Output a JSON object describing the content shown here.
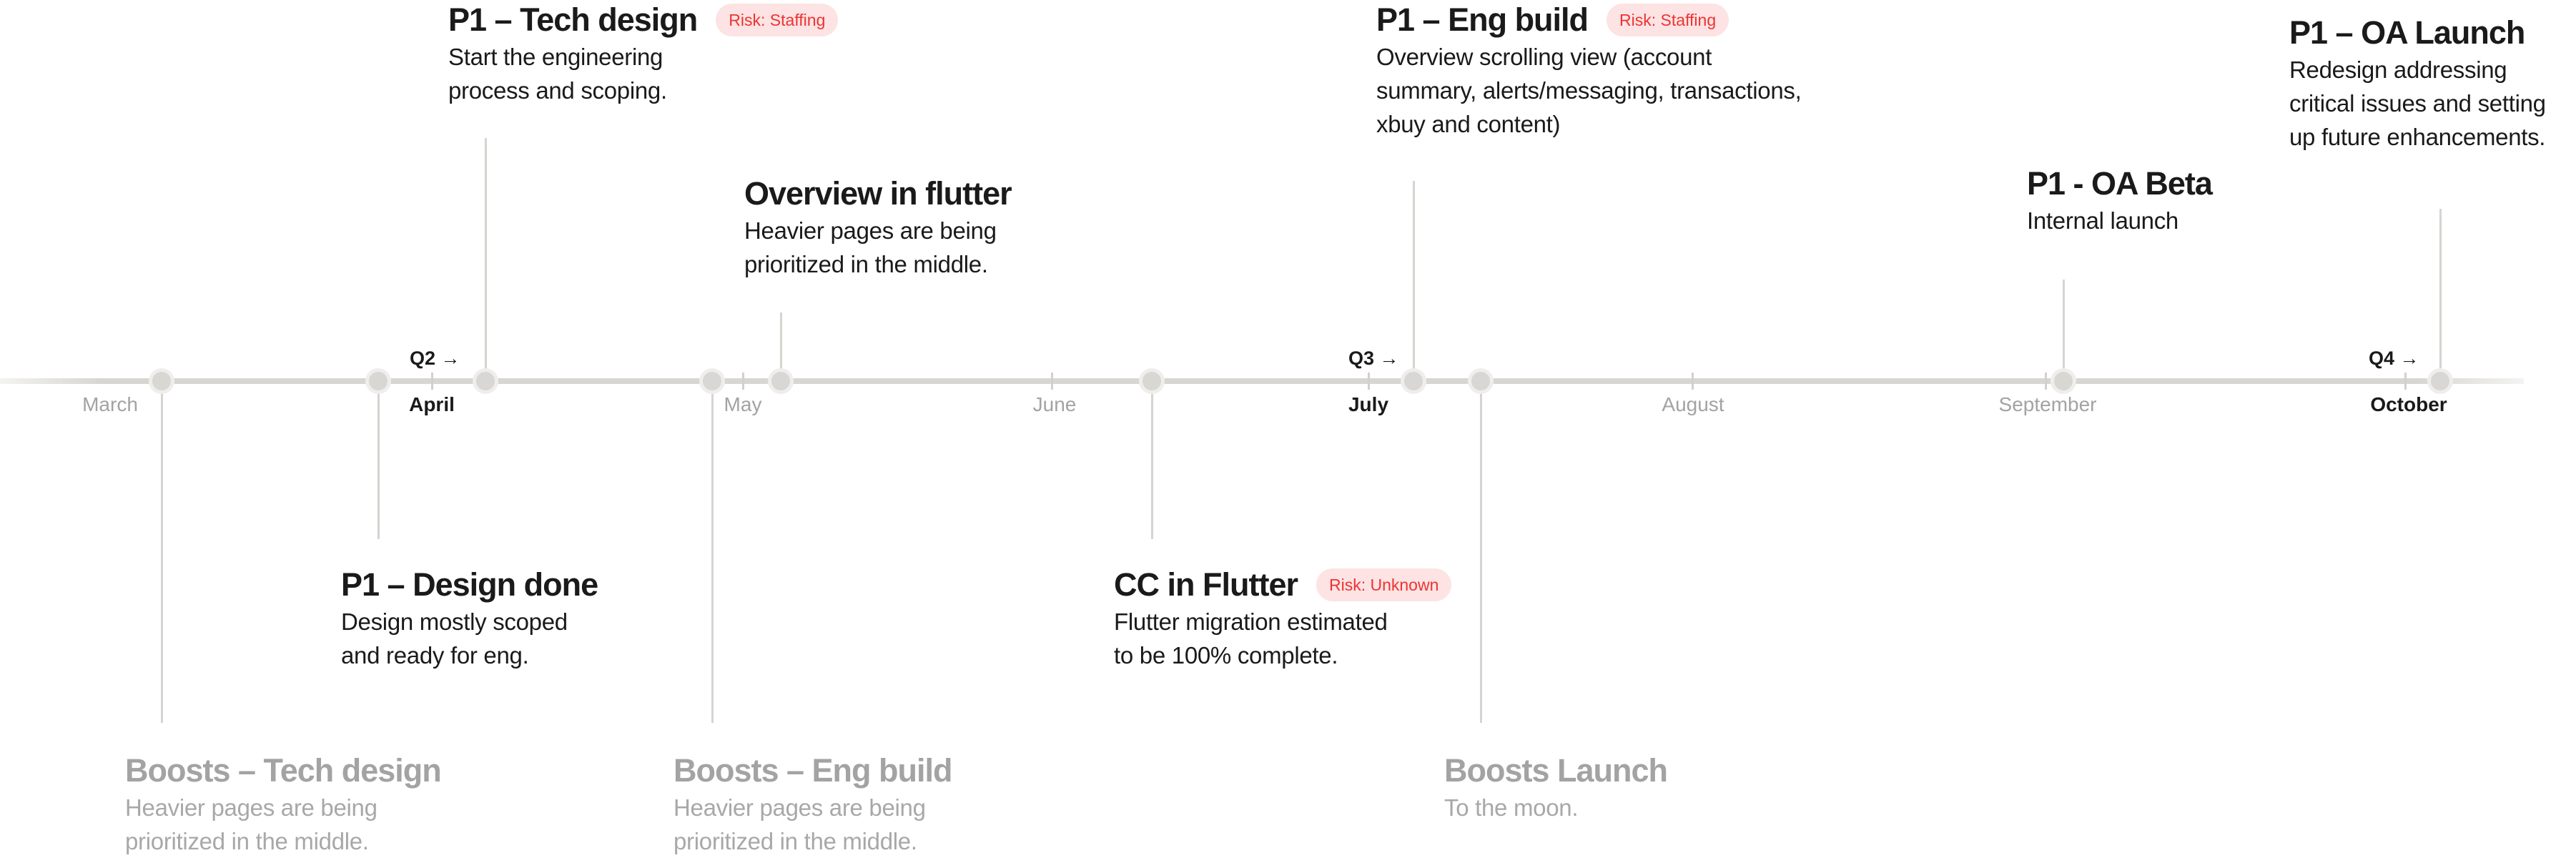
{
  "months": [
    "March",
    "April",
    "May",
    "June",
    "July",
    "August",
    "September",
    "October"
  ],
  "quarters": [
    "Q2 →",
    "Q3 →",
    "Q4 →"
  ],
  "events_above": [
    {
      "title": "P1 – Tech design",
      "badge": "Risk: Staffing",
      "desc": [
        "Start the engineering",
        "process and scoping."
      ]
    },
    {
      "title": "Overview in flutter",
      "desc": [
        "Heavier pages are being",
        "prioritized in the middle."
      ]
    },
    {
      "title": "P1 – Eng build",
      "badge": "Risk: Staffing",
      "desc": [
        "Overview scrolling view (account",
        "summary, alerts/messaging, transactions,",
        "xbuy and content)"
      ]
    },
    {
      "title": "P1 - OA Beta",
      "desc": [
        "Internal launch"
      ]
    },
    {
      "title": "P1 – OA Launch",
      "desc": [
        "Redesign addressing",
        "critical issues and setting",
        "up future enhancements."
      ]
    }
  ],
  "events_below": [
    {
      "title": "P1 – Design done",
      "desc": [
        "Design mostly scoped",
        "and ready for eng."
      ]
    },
    {
      "title": "CC in Flutter",
      "badge": "Risk: Unknown",
      "desc": [
        "Flutter migration estimated",
        "to be 100% complete."
      ]
    },
    {
      "title": "Boosts – Tech design",
      "desc": [
        "Heavier pages are being",
        "prioritized in the middle."
      ]
    },
    {
      "title": "Boosts – Eng build",
      "desc": [
        "Heavier pages are being",
        "prioritized in the middle."
      ]
    },
    {
      "title": "Boosts Launch",
      "desc": [
        "To the moon."
      ]
    }
  ],
  "colors": {
    "text": "#1a1a1a",
    "muted": "#a3a3a3",
    "line": "#d8d6d2",
    "badge_bg": "#fde3e3",
    "badge_text": "#ee3333"
  }
}
